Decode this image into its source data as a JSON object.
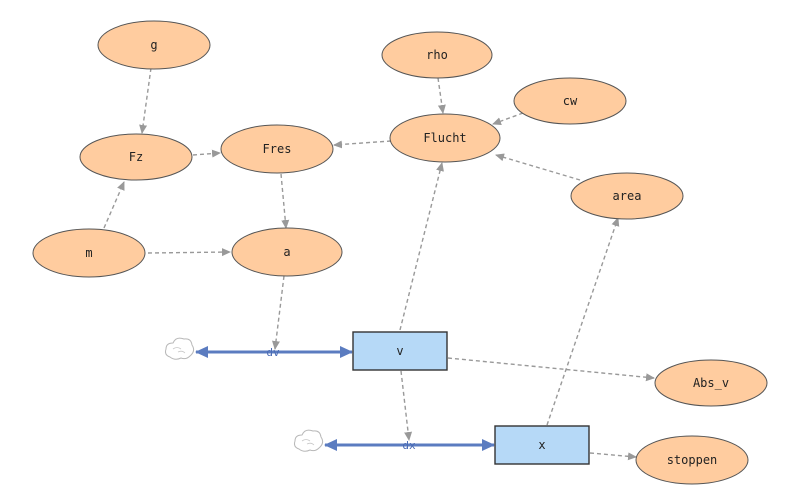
{
  "diagram": {
    "auxiliaries": [
      {
        "id": "g",
        "label": "g"
      },
      {
        "id": "rho",
        "label": "rho"
      },
      {
        "id": "cw",
        "label": "cw"
      },
      {
        "id": "Fz",
        "label": "Fz"
      },
      {
        "id": "Fres",
        "label": "Fres"
      },
      {
        "id": "Flucht",
        "label": "Flucht"
      },
      {
        "id": "area",
        "label": "area"
      },
      {
        "id": "m",
        "label": "m"
      },
      {
        "id": "a",
        "label": "a"
      },
      {
        "id": "Abs_v",
        "label": "Abs_v"
      },
      {
        "id": "stoppen",
        "label": "stoppen"
      }
    ],
    "stocks": [
      {
        "id": "v",
        "label": "v"
      },
      {
        "id": "x",
        "label": "x"
      }
    ],
    "flows": [
      {
        "id": "dv",
        "label": "dv",
        "from": "cloud",
        "to": "v"
      },
      {
        "id": "dx",
        "label": "dx",
        "from": "cloud",
        "to": "x"
      }
    ],
    "links": [
      {
        "from": "g",
        "to": "Fz"
      },
      {
        "from": "Fz",
        "to": "Fres"
      },
      {
        "from": "m",
        "to": "Fz"
      },
      {
        "from": "m",
        "to": "a"
      },
      {
        "from": "Fres",
        "to": "a"
      },
      {
        "from": "a",
        "to": "dv"
      },
      {
        "from": "rho",
        "to": "Flucht"
      },
      {
        "from": "cw",
        "to": "Flucht"
      },
      {
        "from": "area",
        "to": "Flucht"
      },
      {
        "from": "Flucht",
        "to": "Fres"
      },
      {
        "from": "v",
        "to": "Flucht"
      },
      {
        "from": "v",
        "to": "Abs_v"
      },
      {
        "from": "v",
        "to": "dx"
      },
      {
        "from": "x",
        "to": "area"
      },
      {
        "from": "x",
        "to": "stoppen"
      }
    ]
  }
}
